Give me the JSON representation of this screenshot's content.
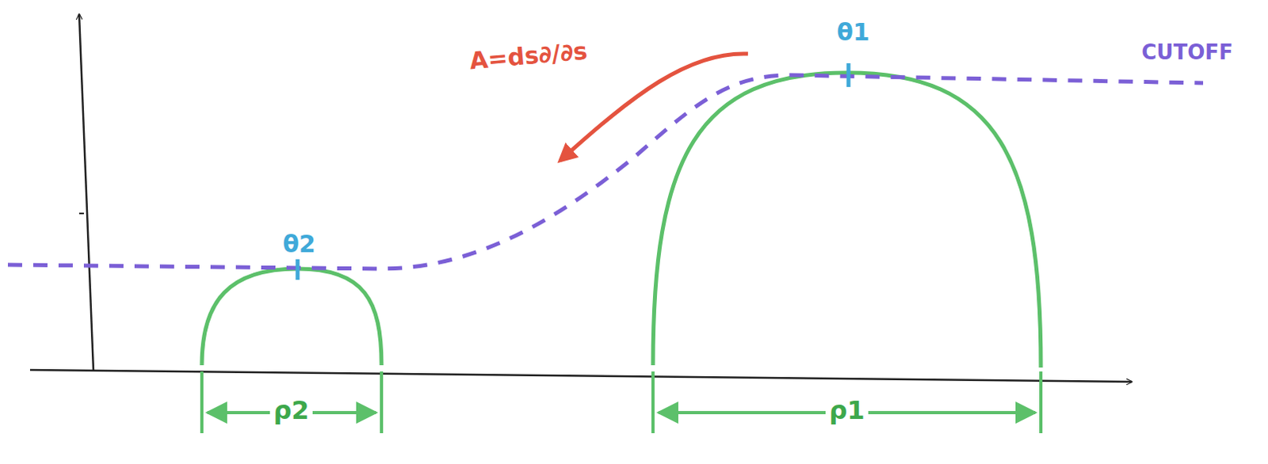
{
  "diagram": {
    "labels": [
      "θ1",
      "θ2",
      "CUTOFF",
      "A=ds∂/∂s",
      "ρ2",
      "ρ1"
    ]
  }
}
